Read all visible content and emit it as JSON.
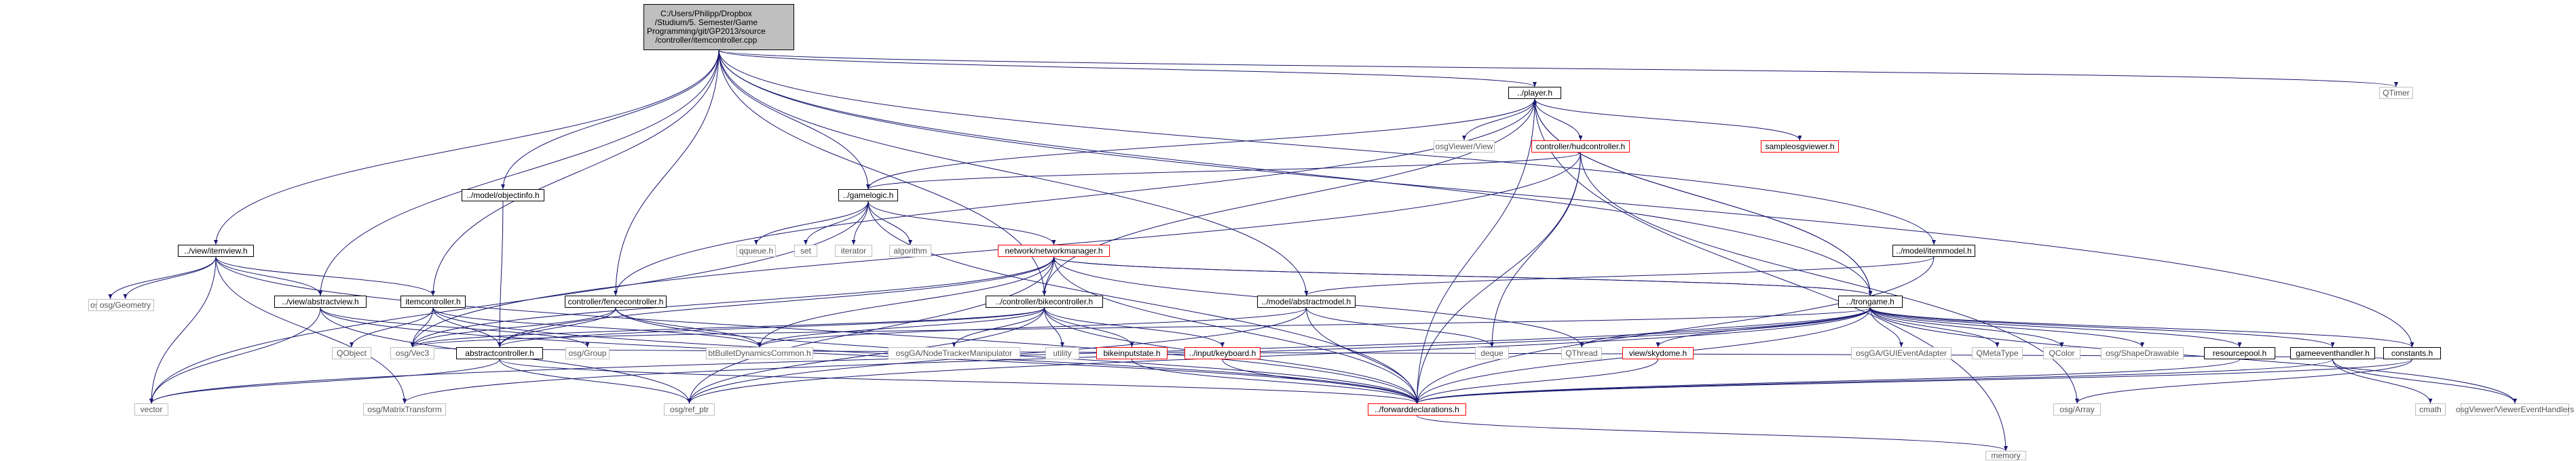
{
  "graph": {
    "nodes": [
      {
        "id": "root",
        "label": "C:/Users/Philipp/Dropbox\n/Studium/5. Semester/Game\nProgramming/git/GP2013/source\n/controller/itemcontroller.cpp",
        "style": "root"
      },
      {
        "id": "player",
        "label": "../player.h",
        "style": "black"
      },
      {
        "id": "qtimer",
        "label": "QTimer",
        "style": "ext"
      },
      {
        "id": "osgviewer",
        "label": "osgViewer/View",
        "style": "ext"
      },
      {
        "id": "hud",
        "label": "controller/hudcontroller.h",
        "style": "red"
      },
      {
        "id": "sampleosg",
        "label": "sampleosgviewer.h",
        "style": "red"
      },
      {
        "id": "objectinfo",
        "label": "../model/objectinfo.h",
        "style": "black"
      },
      {
        "id": "gamelogic",
        "label": "../gamelogic.h",
        "style": "black"
      },
      {
        "id": "qqueue",
        "label": "qqueue.h",
        "style": "ext"
      },
      {
        "id": "set",
        "label": "set",
        "style": "ext"
      },
      {
        "id": "iterator",
        "label": "iterator",
        "style": "ext"
      },
      {
        "id": "algorithm",
        "label": "algorithm",
        "style": "ext"
      },
      {
        "id": "network",
        "label": "network/networkmanager.h",
        "style": "red"
      },
      {
        "id": "itemmodel",
        "label": "../model/itemmodel.h",
        "style": "black"
      },
      {
        "id": "itemview",
        "label": "../view/itemview.h",
        "style": "black"
      },
      {
        "id": "osggeode",
        "label": "osg/Geode",
        "style": "ext"
      },
      {
        "id": "osggeometry",
        "label": "osg/Geometry",
        "style": "ext"
      },
      {
        "id": "abstractview",
        "label": "../view/abstractview.h",
        "style": "black"
      },
      {
        "id": "itemcontroller",
        "label": "itemcontroller.h",
        "style": "black"
      },
      {
        "id": "fencecontroller",
        "label": "controller/fencecontroller.h",
        "style": "black"
      },
      {
        "id": "bikecontroller",
        "label": "../controller/bikecontroller.h",
        "style": "black"
      },
      {
        "id": "abstractmodel",
        "label": "../model/abstractmodel.h",
        "style": "black"
      },
      {
        "id": "trongame",
        "label": "../trongame.h",
        "style": "black"
      },
      {
        "id": "qobject",
        "label": "QObject",
        "style": "ext"
      },
      {
        "id": "osgvec3",
        "label": "osg/Vec3",
        "style": "ext"
      },
      {
        "id": "abstractcontroller",
        "label": "abstractcontroller.h",
        "style": "black"
      },
      {
        "id": "osggroup",
        "label": "osg/Group",
        "style": "ext"
      },
      {
        "id": "btbullet",
        "label": "btBulletDynamicsCommon.h",
        "style": "ext"
      },
      {
        "id": "osgganode",
        "label": "osgGA/NodeTrackerManipulator",
        "style": "ext"
      },
      {
        "id": "utility",
        "label": "utility",
        "style": "ext"
      },
      {
        "id": "bikeinput",
        "label": "bikeinputstate.h",
        "style": "red"
      },
      {
        "id": "keyboard",
        "label": "../input/keyboard.h",
        "style": "red"
      },
      {
        "id": "deque",
        "label": "deque",
        "style": "ext"
      },
      {
        "id": "qthread",
        "label": "QThread",
        "style": "ext"
      },
      {
        "id": "skydome",
        "label": "view/skydome.h",
        "style": "red"
      },
      {
        "id": "osgguievent",
        "label": "osgGA/GUIEventAdapter",
        "style": "ext"
      },
      {
        "id": "qmetatype",
        "label": "QMetaType",
        "style": "ext"
      },
      {
        "id": "qcolor",
        "label": "QColor",
        "style": "ext"
      },
      {
        "id": "osgshape",
        "label": "osg/ShapeDrawable",
        "style": "ext"
      },
      {
        "id": "resourcepool",
        "label": "resourcepool.h",
        "style": "black"
      },
      {
        "id": "gameevent",
        "label": "gameeventhandler.h",
        "style": "black"
      },
      {
        "id": "constants",
        "label": "constants.h",
        "style": "black"
      },
      {
        "id": "vector",
        "label": "vector",
        "style": "ext"
      },
      {
        "id": "osgmatrix",
        "label": "osg/MatrixTransform",
        "style": "ext"
      },
      {
        "id": "osgrefptr",
        "label": "osg/ref_ptr",
        "style": "ext"
      },
      {
        "id": "forward",
        "label": "../forwarddeclarations.h",
        "style": "red"
      },
      {
        "id": "osgarray",
        "label": "osg/Array",
        "style": "ext"
      },
      {
        "id": "cmath",
        "label": "cmath",
        "style": "ext"
      },
      {
        "id": "osgviewerevent",
        "label": "osgViewer/ViewerEventHandlers",
        "style": "ext"
      },
      {
        "id": "memory",
        "label": "memory",
        "style": "ext"
      }
    ],
    "edges": [
      [
        "root",
        "player"
      ],
      [
        "root",
        "qtimer"
      ],
      [
        "root",
        "objectinfo"
      ],
      [
        "root",
        "gamelogic"
      ],
      [
        "root",
        "itemmodel"
      ],
      [
        "root",
        "itemview"
      ],
      [
        "root",
        "abstractview"
      ],
      [
        "root",
        "itemcontroller"
      ],
      [
        "root",
        "fencecontroller"
      ],
      [
        "root",
        "bikecontroller"
      ],
      [
        "root",
        "trongame"
      ],
      [
        "root",
        "constants"
      ],
      [
        "root",
        "abstractmodel"
      ],
      [
        "player",
        "osgviewer"
      ],
      [
        "player",
        "hud"
      ],
      [
        "player",
        "sampleosg"
      ],
      [
        "player",
        "trongame"
      ],
      [
        "player",
        "forward"
      ],
      [
        "player",
        "memory"
      ],
      [
        "player",
        "gamelogic"
      ],
      [
        "hud",
        "gamelogic"
      ],
      [
        "hud",
        "deque"
      ],
      [
        "hud",
        "forward"
      ],
      [
        "hud",
        "osgarray"
      ],
      [
        "hud",
        "osgvec3"
      ],
      [
        "gamelogic",
        "qqueue"
      ],
      [
        "gamelogic",
        "set"
      ],
      [
        "gamelogic",
        "iterator"
      ],
      [
        "gamelogic",
        "algorithm"
      ],
      [
        "gamelogic",
        "network"
      ],
      [
        "gamelogic",
        "vector"
      ],
      [
        "gamelogic",
        "forward"
      ],
      [
        "network",
        "trongame"
      ],
      [
        "network",
        "bikecontroller"
      ],
      [
        "network",
        "qthread"
      ],
      [
        "network",
        "forward"
      ],
      [
        "network",
        "btbullet"
      ],
      [
        "network",
        "osgrefptr"
      ],
      [
        "network",
        "osgvec3"
      ],
      [
        "network",
        "abstractcontroller"
      ],
      [
        "objectinfo",
        "abstractcontroller"
      ],
      [
        "itemmodel",
        "abstractmodel"
      ],
      [
        "itemmodel",
        "forward"
      ],
      [
        "itemview",
        "osggeode"
      ],
      [
        "itemview",
        "osggeometry"
      ],
      [
        "itemview",
        "abstractview"
      ],
      [
        "itemview",
        "vector"
      ],
      [
        "itemview",
        "forward"
      ],
      [
        "itemview",
        "osgmatrix"
      ],
      [
        "itemview",
        "itemcontroller"
      ],
      [
        "abstractview",
        "osggroup"
      ],
      [
        "abstractview",
        "osgrefptr"
      ],
      [
        "abstractview",
        "forward"
      ],
      [
        "abstractview",
        "vector"
      ],
      [
        "itemcontroller",
        "qobject"
      ],
      [
        "itemcontroller",
        "osgvec3"
      ],
      [
        "itemcontroller",
        "abstractcontroller"
      ],
      [
        "itemcontroller",
        "btbullet"
      ],
      [
        "itemcontroller",
        "forward"
      ],
      [
        "fencecontroller",
        "abstractcontroller"
      ],
      [
        "fencecontroller",
        "osgvec3"
      ],
      [
        "fencecontroller",
        "btbullet"
      ],
      [
        "fencecontroller",
        "forward"
      ],
      [
        "fencecontroller",
        "player"
      ],
      [
        "bikecontroller",
        "abstractcontroller"
      ],
      [
        "bikecontroller",
        "btbullet"
      ],
      [
        "bikecontroller",
        "osgganode"
      ],
      [
        "bikecontroller",
        "utility"
      ],
      [
        "bikecontroller",
        "bikeinput"
      ],
      [
        "bikecontroller",
        "keyboard"
      ],
      [
        "bikecontroller",
        "osgrefptr"
      ],
      [
        "bikecontroller",
        "forward"
      ],
      [
        "bikecontroller",
        "player"
      ],
      [
        "bikecontroller",
        "osgvec3"
      ],
      [
        "abstractmodel",
        "deque"
      ],
      [
        "abstractmodel",
        "forward"
      ],
      [
        "abstractmodel",
        "btbullet"
      ],
      [
        "abstractmodel",
        "osgrefptr"
      ],
      [
        "trongame",
        "qthread"
      ],
      [
        "trongame",
        "skydome"
      ],
      [
        "trongame",
        "osgguievent"
      ],
      [
        "trongame",
        "qmetatype"
      ],
      [
        "trongame",
        "qcolor"
      ],
      [
        "trongame",
        "osgshape"
      ],
      [
        "trongame",
        "resourcepool"
      ],
      [
        "trongame",
        "gameevent"
      ],
      [
        "trongame",
        "constants"
      ],
      [
        "trongame",
        "forward"
      ],
      [
        "trongame",
        "osgvec3"
      ],
      [
        "trongame",
        "osgviewerevent"
      ],
      [
        "trongame",
        "osgrefptr"
      ],
      [
        "trongame",
        "network"
      ],
      [
        "trongame",
        "player"
      ],
      [
        "trongame",
        "osgmatrix"
      ],
      [
        "trongame",
        "vector"
      ],
      [
        "abstractcontroller",
        "vector"
      ],
      [
        "abstractcontroller",
        "osgrefptr"
      ],
      [
        "abstractcontroller",
        "forward"
      ],
      [
        "keyboard",
        "forward"
      ],
      [
        "bikeinput",
        "forward"
      ],
      [
        "skydome",
        "forward"
      ],
      [
        "resourcepool",
        "forward"
      ],
      [
        "gameevent",
        "forward"
      ],
      [
        "gameevent",
        "osgviewerevent"
      ],
      [
        "gameevent",
        "cmath"
      ],
      [
        "constants",
        "forward"
      ],
      [
        "constants",
        "osgarray"
      ],
      [
        "constants",
        "osgvec3"
      ],
      [
        "forward",
        "memory"
      ]
    ]
  }
}
